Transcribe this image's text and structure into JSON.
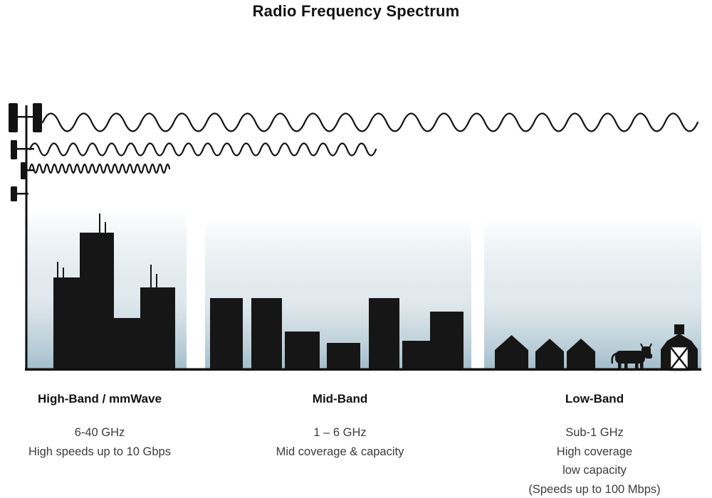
{
  "title": "Radio Frequency Spectrum",
  "bands": [
    {
      "name": "High-Band / mmWave",
      "lines": [
        "6-40 GHz",
        "High speeds up to 10 Gbps"
      ],
      "scene": "dense city skyline with rooftop antennas",
      "wave": {
        "relative_wavelength": "short",
        "reach": "shortest"
      }
    },
    {
      "name": "Mid-Band",
      "lines": [
        "1 – 6 GHz",
        "Mid coverage & capacity"
      ],
      "scene": "mid-rise town buildings",
      "wave": {
        "relative_wavelength": "medium",
        "reach": "medium"
      }
    },
    {
      "name": "Low-Band",
      "lines": [
        "Sub-1 GHz",
        "High coverage",
        "low capacity",
        "(Speeds up to 100 Mbps)"
      ],
      "scene": "rural houses, cow and barn",
      "wave": {
        "relative_wavelength": "long",
        "reach": "full width"
      }
    }
  ],
  "colors": {
    "ink": "#121212",
    "body_text": "#3c3c3c",
    "silhouette": "#161616",
    "sky_fade": "#9db9c8"
  }
}
